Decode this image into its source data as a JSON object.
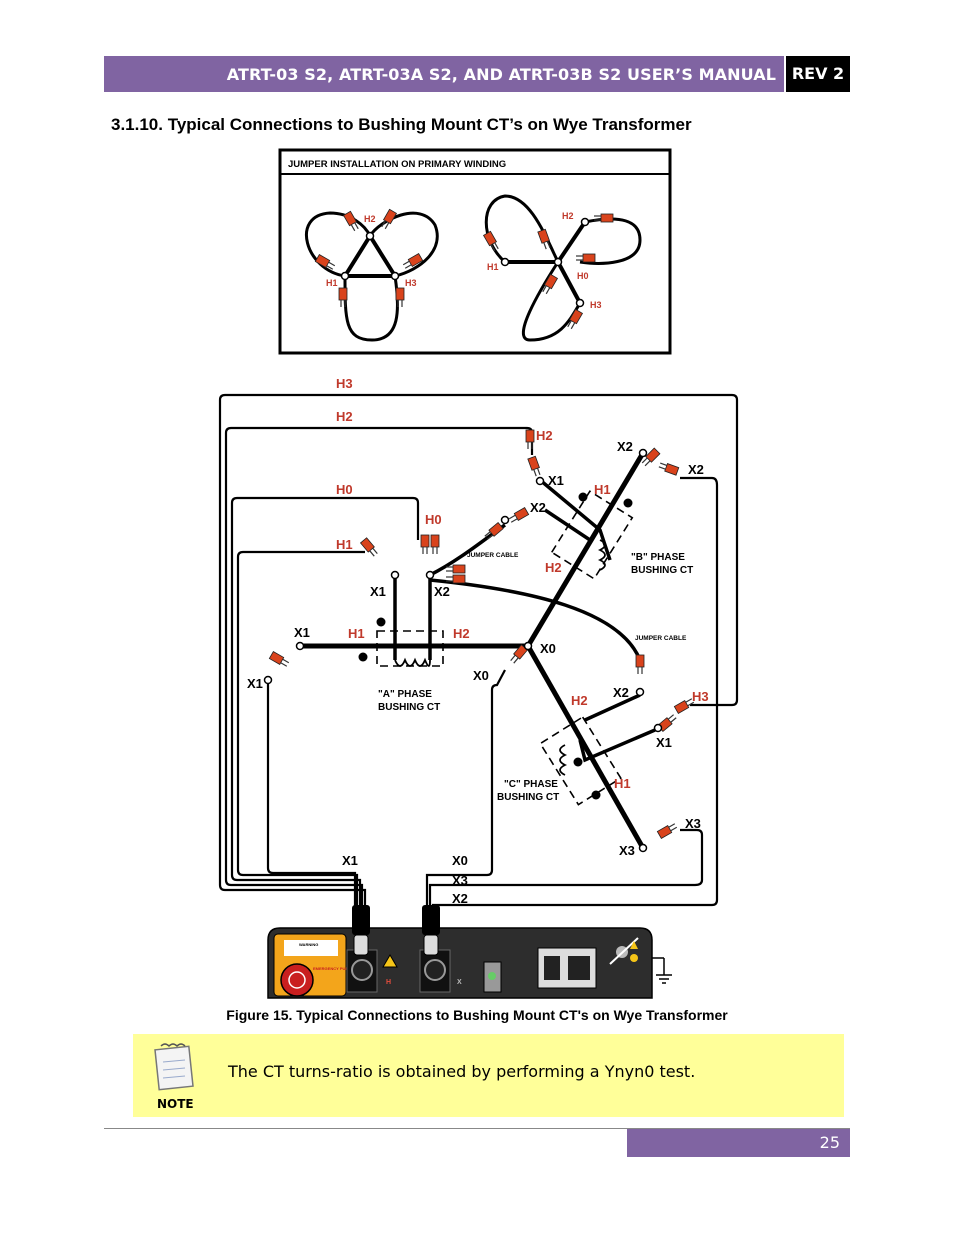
{
  "header": {
    "title": "ATRT-03 S2, ATRT-03A S2, AND ATRT-03B S2 USER’S MANUAL",
    "rev": "REV 2"
  },
  "section": {
    "title": "3.1.10. Typical Connections to Bushing Mount CT’s on Wye Transformer"
  },
  "figure": {
    "inset_title": "JUMPER INSTALLATION ON PRIMARY WINDING",
    "delta_labels": {
      "h2": "H2",
      "h1": "H1",
      "h3": "H3"
    },
    "wye_labels": {
      "h2": "H2",
      "h1": "H1",
      "h0": "H0",
      "h3": "H3"
    },
    "left_labels": {
      "h3": "H3",
      "h2": "H2",
      "h0": "H0",
      "h1": "H1"
    },
    "phase_a": {
      "title_line1": "\"A\" PHASE",
      "title_line2": "BUSHING CT",
      "h1": "H1",
      "h2": "H2",
      "x1": "X1",
      "x2": "X2",
      "h0": "H0"
    },
    "phase_b": {
      "title_line1": "\"B\" PHASE",
      "title_line2": "BUSHING CT",
      "h1": "H1",
      "h2": "H2",
      "x1": "X1",
      "x2": "X2"
    },
    "phase_c": {
      "title_line1": "\"C\" PHASE",
      "title_line2": "BUSHING CT",
      "h1": "H1",
      "h2": "H2",
      "x1": "X1",
      "x2": "X2",
      "h3": "H3"
    },
    "terminal_labels": {
      "x1_left": "X1",
      "x1_top": "X1",
      "x0_mid": "X0",
      "x0_clip": "X0",
      "x2_top": "X2",
      "x2_right": "X2",
      "x3_clip": "X3",
      "x3_right": "X3"
    },
    "h2_top": "H2",
    "jumper_cable": "JUMPER CABLE",
    "bottom_labels": {
      "x1": "X1",
      "x0": "X0",
      "x3": "X3",
      "x2": "X2"
    },
    "panel": {
      "h_label": "H",
      "x_label": "X",
      "warning": "WARNING",
      "estop": "EMERGENCY PUSH OFF"
    }
  },
  "caption": "Figure 15. Typical Connections to Bushing Mount CT's on Wye Transformer",
  "note": {
    "text": "The CT turns-ratio is obtained by performing a Ynyn0 test.",
    "label": "NOTE"
  },
  "footer": {
    "page": "25"
  },
  "colors": {
    "accent": "#8064a2",
    "label_red": "#c0392b",
    "note_bg": "#ffff99",
    "clip_red": "#d9431c"
  }
}
